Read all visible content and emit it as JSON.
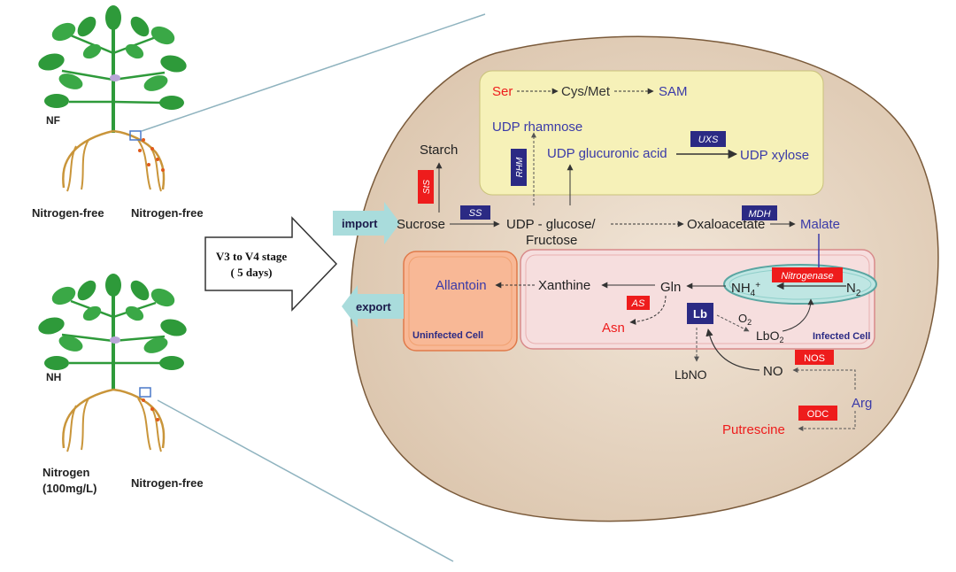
{
  "colors": {
    "cell_fill": "#e8d9c8",
    "cell_stroke": "#8a6a4a",
    "yellow_box": "#f6f1b8",
    "pink_box": "#f6dede",
    "orange_box": "#f8b896",
    "teal_oval": "#bfe6e3",
    "enzyme_blue": "#2b2a84",
    "enzyme_red": "#ee1c1c",
    "text_blue": "#3a3aa8",
    "text_red": "#ee1c1c",
    "arrow_teal": "#a9dcdc",
    "leaf_green": "#2e9a3a",
    "root_tan": "#c9953a"
  },
  "plants": {
    "top_label": "NF",
    "top_left_treatment": "Nitrogen-free",
    "top_right_treatment": "Nitrogen-free",
    "bottom_label": "NH",
    "bottom_left_treatment_line1": "Nitrogen",
    "bottom_left_treatment_line2": "(100mg/L)",
    "bottom_right_treatment": "Nitrogen-free"
  },
  "stage": {
    "line1": "V3 to V4  stage",
    "line2": "( 5 days)"
  },
  "flow": {
    "import": "import",
    "export": "export"
  },
  "metabolites": {
    "ser": "Ser",
    "cys_met": "Cys/Met",
    "sam": "SAM",
    "udp_rhamnose": "UDP rhamnose",
    "udp_glucuronic": "UDP glucuronic acid",
    "udp_xylose": "UDP xylose",
    "starch": "Starch",
    "sucrose": "Sucrose",
    "udp_glucose": "UDP - glucose/",
    "fructose": "Fructose",
    "oxaloacetate": "Oxaloacetate",
    "malate": "Malate",
    "allantoin": "Allantoin",
    "xanthine": "Xanthine",
    "gln": "Gln",
    "asn": "Asn",
    "nh4": "NH",
    "nh4_sup": "4",
    "nh4_charge": "+",
    "n2": "N",
    "n2_sub": "2",
    "o2": "O",
    "o2_sub": "2",
    "lbo2": "LbO",
    "lbo2_sub": "2",
    "lbno": "LbNO",
    "no": "NO",
    "arg": "Arg",
    "putrescine": "Putrescine"
  },
  "enzymes": {
    "sts": "StS",
    "rhm": "RHM",
    "uxs": "UXS",
    "ss": "SS",
    "mdh": "MDH",
    "nitrogenase": "Nitrogenase",
    "as": "AS",
    "lb": "Lb",
    "nos": "NOS",
    "odc": "ODC"
  },
  "cells": {
    "uninfected": "Uninfected Cell",
    "infected": "Infected Cell"
  }
}
